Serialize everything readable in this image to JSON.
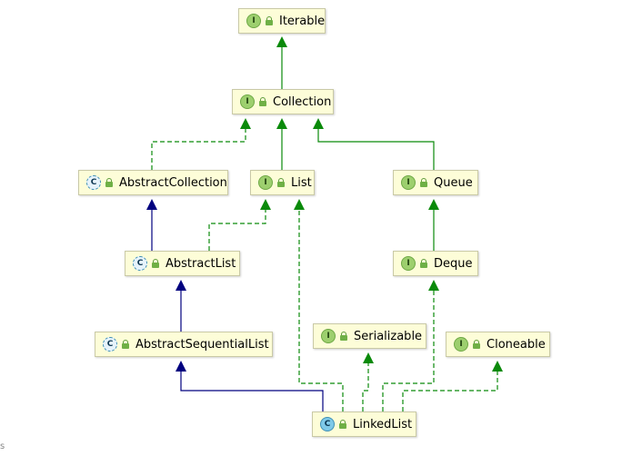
{
  "nodes": [
    {
      "id": "iterable",
      "label": "Iterable",
      "kind": "I"
    },
    {
      "id": "collection",
      "label": "Collection",
      "kind": "I"
    },
    {
      "id": "abstractcollection",
      "label": "AbstractCollection",
      "kind": "C"
    },
    {
      "id": "list",
      "label": "List",
      "kind": "I"
    },
    {
      "id": "queue",
      "label": "Queue",
      "kind": "I"
    },
    {
      "id": "abstractlist",
      "label": "AbstractList",
      "kind": "C"
    },
    {
      "id": "deque",
      "label": "Deque",
      "kind": "I"
    },
    {
      "id": "abstractsequentiallist",
      "label": "AbstractSequentialList",
      "kind": "C"
    },
    {
      "id": "serializable",
      "label": "Serializable",
      "kind": "I"
    },
    {
      "id": "cloneable",
      "label": "Cloneable",
      "kind": "I"
    },
    {
      "id": "linkedlist",
      "label": "LinkedList",
      "kind": "C"
    }
  ],
  "edges": [
    {
      "from": "collection",
      "to": "iterable",
      "style": "solid-green"
    },
    {
      "from": "abstractcollection",
      "to": "collection",
      "style": "dashed-green"
    },
    {
      "from": "list",
      "to": "collection",
      "style": "solid-green"
    },
    {
      "from": "queue",
      "to": "collection",
      "style": "solid-green"
    },
    {
      "from": "abstractlist",
      "to": "abstractcollection",
      "style": "solid-blue"
    },
    {
      "from": "abstractlist",
      "to": "list",
      "style": "dashed-green"
    },
    {
      "from": "deque",
      "to": "queue",
      "style": "solid-green"
    },
    {
      "from": "abstractsequentiallist",
      "to": "abstractlist",
      "style": "solid-blue"
    },
    {
      "from": "linkedlist",
      "to": "abstractsequentiallist",
      "style": "solid-blue"
    },
    {
      "from": "linkedlist",
      "to": "list",
      "style": "dashed-green"
    },
    {
      "from": "linkedlist",
      "to": "serializable",
      "style": "dashed-green"
    },
    {
      "from": "linkedlist",
      "to": "deque",
      "style": "dashed-green"
    },
    {
      "from": "linkedlist",
      "to": "cloneable",
      "style": "dashed-green"
    }
  ],
  "colors": {
    "implements": "#0a8a0a",
    "extends_class": "#00007f",
    "node_fill": "#fdfdd8"
  },
  "footer_mark": "s"
}
